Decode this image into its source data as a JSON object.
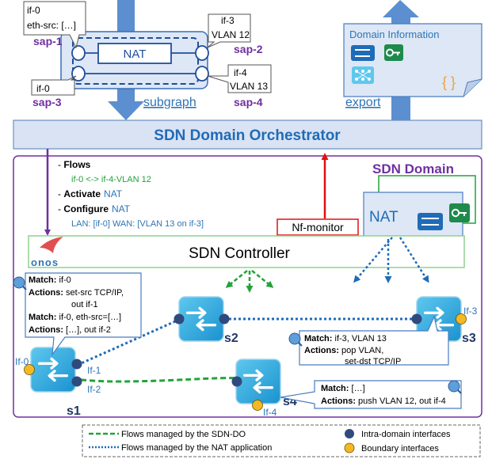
{
  "subgraph": {
    "nat_label": "NAT",
    "link_label": "subgraph",
    "sap1": {
      "line1": "if-0",
      "line2": "eth-src: […]",
      "name": "sap-1"
    },
    "sap2": {
      "line1": "if-3",
      "line2": "VLAN 12",
      "name": "sap-2"
    },
    "sap3": {
      "line1": "if-0",
      "name": "sap-3"
    },
    "sap4": {
      "line1": "if-4",
      "line2": "VLAN 13",
      "name": "sap-4"
    }
  },
  "export_panel": {
    "title": "Domain Information",
    "link_label": "export",
    "braces": "{ }"
  },
  "orchestrator": {
    "title": "SDN Domain Orchestrator"
  },
  "domain": {
    "title": "SDN Domain"
  },
  "commands": {
    "flows_prefix": "- ",
    "flows_label": "Flows",
    "flows_detail": "if-0  <-> if-4-VLAN 12",
    "activate_prefix": "- ",
    "activate_label": "Activate",
    "activate_value": "NAT",
    "configure_prefix": "- ",
    "configure_label": "Configure",
    "configure_value": "NAT",
    "configure_detail": "LAN: [if-0]  WAN: [VLAN 13 on if-3]"
  },
  "nf_monitor": "Nf-monitor",
  "nat_vnf": "NAT",
  "controller": {
    "title": "SDN Controller",
    "logo": "onos"
  },
  "switches": {
    "s1": "s1",
    "s2": "s2",
    "s3": "s3",
    "s4": "s4"
  },
  "ports": {
    "s1_if0": "If-0",
    "s1_if1": "If-1",
    "s1_if2": "If-2",
    "s3_if3": "If-3",
    "s4_if4": "If-4"
  },
  "rule_s1": {
    "m1_label": "Match:",
    "m1_value": " if-0",
    "a1_label": "Actions:",
    "a1_value": " set-src TCP/IP,",
    "a1_cont": "out if-1",
    "m2_label": "Match:",
    "m2_value": " if-0, eth-src=[…]",
    "a2_label": "Actions:",
    "a2_value": " […], out if-2"
  },
  "rule_s3": {
    "m_label": "Match:",
    "m_value": " if-3, VLAN 13",
    "a_label": "Actions:",
    "a_value": " pop VLAN,",
    "a_cont": "set-dst TCP/IP"
  },
  "rule_s4": {
    "m_label": "Match:",
    "m_value": " […]",
    "a_label": "Actions:",
    "a_value": " push VLAN 12, out if-4"
  },
  "legend": {
    "green": "Flows managed by the SDN-DO",
    "blue": "Flows managed by the NAT application",
    "intra": "Intra-domain interfaces",
    "boundary": "Boundary interfaces"
  },
  "colors": {
    "purple": "#7030a0",
    "blue_text": "#2e75b6",
    "green_flow": "#22a33a",
    "blue_flow": "#1f6bb8",
    "red": "#e01010",
    "orch_fill": "#dae3f3",
    "ctrl_border": "#8fd18f",
    "arrow_fill": "#5b8fcf",
    "intra_dot": "#2f4a7d",
    "boundary_dot": "#f4b922"
  }
}
